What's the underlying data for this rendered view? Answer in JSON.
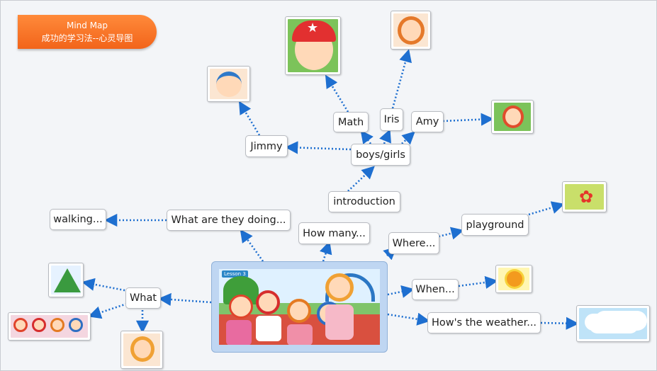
{
  "banner": {
    "title": "Mind Map",
    "subtitle": "成功的学习法--心灵导图"
  },
  "center": {
    "lesson_label": "Lesson 3"
  },
  "nodes": {
    "introduction": "introduction",
    "boys_girls": "boys/girls",
    "jimmy": "Jimmy",
    "math": "Math",
    "iris": "Iris",
    "amy": "Amy",
    "how_many": "How many...",
    "what_doing": "What are they doing...",
    "walking": "walking...",
    "where": "Where...",
    "playground": "playground",
    "when": "When...",
    "weather": "How's the weather...",
    "what": "What"
  },
  "colors": {
    "connector": "#1e6fd0",
    "banner": "#f2641a"
  }
}
